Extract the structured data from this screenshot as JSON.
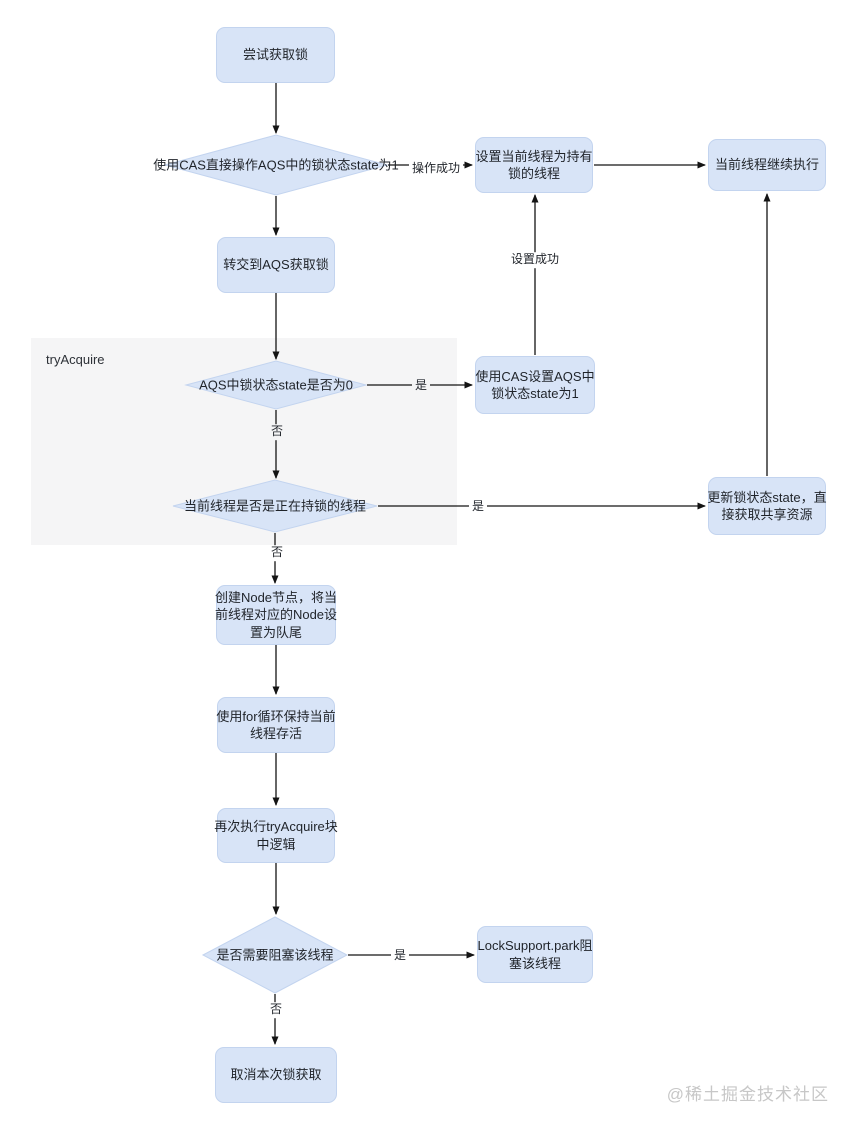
{
  "diagram": {
    "region_label": "tryAcquire",
    "watermark": "@稀土掘金技术社区",
    "nodes": {
      "try_acquire": "尝试获取锁",
      "cas_direct": "使用CAS直接操作AQS中的锁状态state为1",
      "set_owner": "设置当前线程为持有\n锁的线程",
      "continue_exec": "当前线程继续执行",
      "delegate_aqs": "转交到AQS获取锁",
      "state_zero": "AQS中锁状态state是否为0",
      "cas_set": "使用CAS设置AQS中\n锁状态state为1",
      "current_holder": "当前线程是否是正在持锁的线程",
      "update_state": "更新锁状态state，直\n接获取共享资源",
      "create_node": "创建Node节点，将当\n前线程对应的Node设\n置为队尾",
      "for_loop": "使用for循环保持当前\n线程存活",
      "retry_tryacquire": "再次执行tryAcquire块\n中逻辑",
      "need_block": "是否需要阻塞该线程",
      "park_thread": "LockSupport.park阻\n塞该线程",
      "cancel_acquire": "取消本次锁获取"
    },
    "edge_labels": {
      "op_success": "操作成功",
      "set_success": "设置成功",
      "yes_state_zero": "是",
      "no_state_zero": "否",
      "yes_holder": "是",
      "no_holder": "否",
      "yes_block": "是",
      "no_block": "否"
    },
    "colors": {
      "canvas": "#ffffff",
      "node_fill": "#d8e4f7",
      "node_border": "#c3d4ef",
      "region_fill": "#f5f5f6",
      "arrow": "#141414",
      "text": "#1f2329",
      "watermark": "#c7c7c7"
    }
  }
}
